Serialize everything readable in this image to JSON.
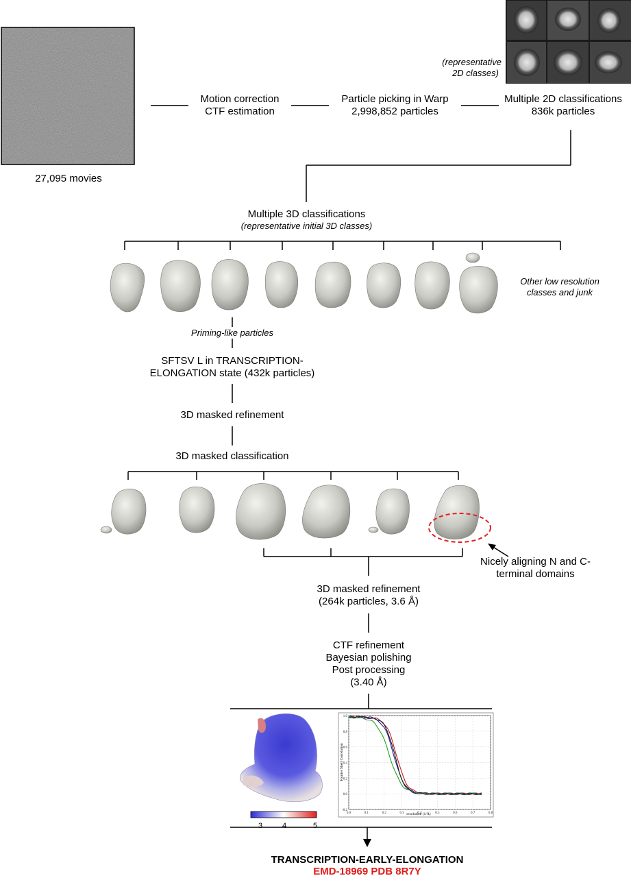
{
  "micrograph": {
    "caption": "27,095 movies"
  },
  "steps": {
    "motion_line1": "Motion correction",
    "motion_line2": "CTF estimation",
    "picking_line1": "Particle picking in Warp",
    "picking_line2": "2,998,852 particles",
    "class2d_line1": "Multiple 2D classifications",
    "class2d_line2": "836k particles",
    "rep2d_line1": "(representative",
    "rep2d_line2": "2D classes)",
    "class3d_line1": "Multiple 3D classifications",
    "class3d_line2": "(representative initial 3D classes)",
    "other_line1": "Other low resolution",
    "other_line2": "classes and junk",
    "priming": "Priming-like particles",
    "state_line1": "SFTSV L in TRANSCRIPTION-",
    "state_line2": "ELONGATION state (432k  particles)",
    "refine1": "3D masked refinement",
    "masked_class": "3D masked classification",
    "nicely_line1": "Nicely aligning N and C-",
    "nicely_line2": "terminal domains",
    "refine2_line1": "3D masked refinement",
    "refine2_line2": "(264k particles, 3.6 Å)",
    "ctf_line1": "CTF refinement",
    "ctf_line2": "Bayesian polishing",
    "ctf_line3": "Post processing",
    "ctf_line4": "(3.40 Å)"
  },
  "local_resolution": {
    "colorbar_ticks": [
      "3",
      "4",
      "5"
    ],
    "colors": {
      "low": "#2a2ad8",
      "mid": "#ffffff",
      "high": "#e02020"
    }
  },
  "fsc_plot": {
    "ylabel": "Fourier Shell Correlation",
    "xlabel": "resolution (1/Å)",
    "x_ticks": [
      "0.0",
      "0.1",
      "0.2",
      "0.3",
      "0.4",
      "0.5",
      "0.6",
      "0.7",
      "0.8"
    ],
    "y_ticks": [
      "-0.2",
      "0.0",
      "0.2",
      "0.4",
      "0.6",
      "0.8",
      "1.0"
    ],
    "series_colors": [
      "#c02020",
      "#2020a0",
      "#20a020",
      "#202020"
    ]
  },
  "result": {
    "title": "TRANSCRIPTION-EARLY-ELONGATION",
    "accession": "EMD-18969 PDB 8R7Y"
  }
}
